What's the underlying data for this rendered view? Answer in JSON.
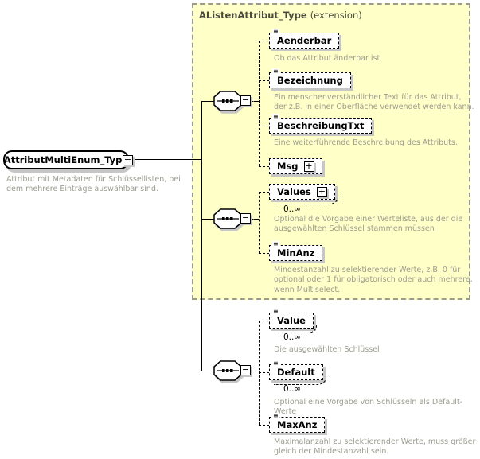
{
  "icons": {
    "collapse": "−",
    "expand": "+",
    "text_content": "≡"
  },
  "root": {
    "name": "AttributMultiEnum_Type",
    "description": "Attribut mit Metadaten für Schlüssellisten, bei dem mehrere Einträge auswählbar sind."
  },
  "panel": {
    "title": "AListenAttribut_Type",
    "subtitle": "(extension)"
  },
  "elements": [
    {
      "name": "Aenderbar",
      "description": "Ob das Attribut änderbar ist"
    },
    {
      "name": "Bezeichnung",
      "description": "Ein menschenverständlicher Text für das Attribut, der z.B. in einer Oberfläche verwendet werden kann."
    },
    {
      "name": "BeschreibungTxt",
      "description": "Eine weiterführende Beschreibung des Attributs."
    },
    {
      "name": "Msg"
    },
    {
      "name": "Values",
      "occurrence": "0..∞",
      "description": "Optional die Vorgabe einer Werteliste, aus der die ausgewählten Schlüssel stammen müssen"
    },
    {
      "name": "MinAnz",
      "description": "Mindestanzahl zu selektierender Werte, z.B. 0 für optional oder 1 für obligatorisch oder auch mehrere, wenn Multiselect."
    },
    {
      "name": "Value",
      "occurrence": "0..∞",
      "description": "Die ausgewählten Schlüssel"
    },
    {
      "name": "Default",
      "occurrence": "0..∞",
      "description": "Optional eine Vorgabe von Schlüsseln als Default-Werte"
    },
    {
      "name": "MaxAnz",
      "description": "Maximalanzahl zu selektierender Werte, muss größer gleich der Mindestanzahl sein."
    }
  ],
  "colors": {
    "panel_bg": "#ffffc8",
    "panel_border": "#9b9b8d",
    "description_text": "#9c9c90",
    "shadow": "#c6c6c6"
  }
}
